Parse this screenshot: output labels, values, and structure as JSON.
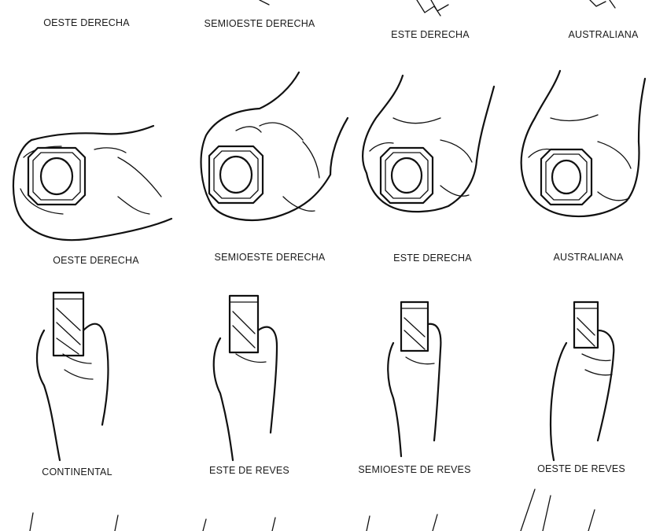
{
  "rows": [
    {
      "name": "top-partial",
      "captions": [
        "OESTE DERECHA",
        "SEMIOESTE DERECHA",
        "ESTE DERECHA",
        "AUSTRALIANA"
      ]
    },
    {
      "name": "fist-views",
      "captions": [
        "OESTE DERECHA",
        "SEMIOESTE DERECHA",
        "ESTE DERECHA",
        "AUSTRALIANA"
      ]
    },
    {
      "name": "side-views",
      "captions": [
        "CONTINENTAL",
        "ESTE DE REVES",
        "SEMIOESTE DE REVES",
        "OESTE DE REVES"
      ]
    }
  ]
}
